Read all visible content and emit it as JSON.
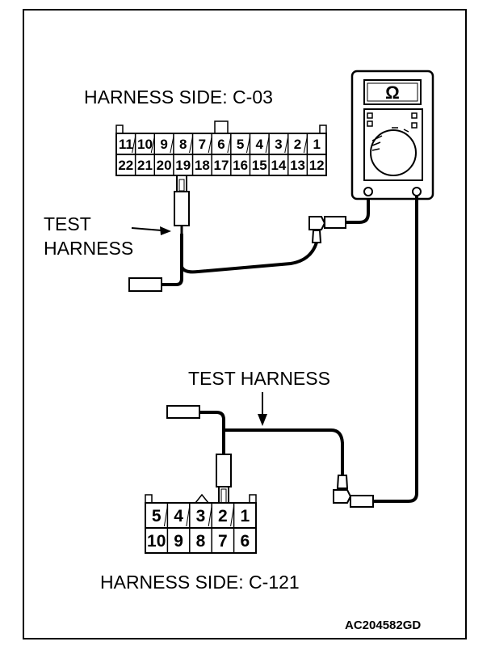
{
  "labels": {
    "harness_side_top": "HARNESS SIDE: C-03",
    "test_harness_left_line1": "TEST",
    "test_harness_left_line2": "HARNESS",
    "test_harness_bottom": "TEST HARNESS",
    "harness_side_bottom": "HARNESS SIDE: C-121",
    "figure_code": "AC204582GD"
  },
  "ohmmeter": {
    "display_symbol": "Ω"
  },
  "connector_c03": {
    "top_row": [
      "11",
      "10",
      "9",
      "8",
      "7",
      "6",
      "5",
      "4",
      "3",
      "2",
      "1"
    ],
    "bottom_row": [
      "22",
      "21",
      "20",
      "19",
      "18",
      "17",
      "16",
      "15",
      "14",
      "13",
      "12"
    ],
    "probed_pin": "19"
  },
  "connector_c121": {
    "top_row": [
      "5",
      "4",
      "3",
      "2",
      "1"
    ],
    "bottom_row": [
      "10",
      "9",
      "8",
      "7",
      "6"
    ],
    "probed_pin": "2"
  }
}
